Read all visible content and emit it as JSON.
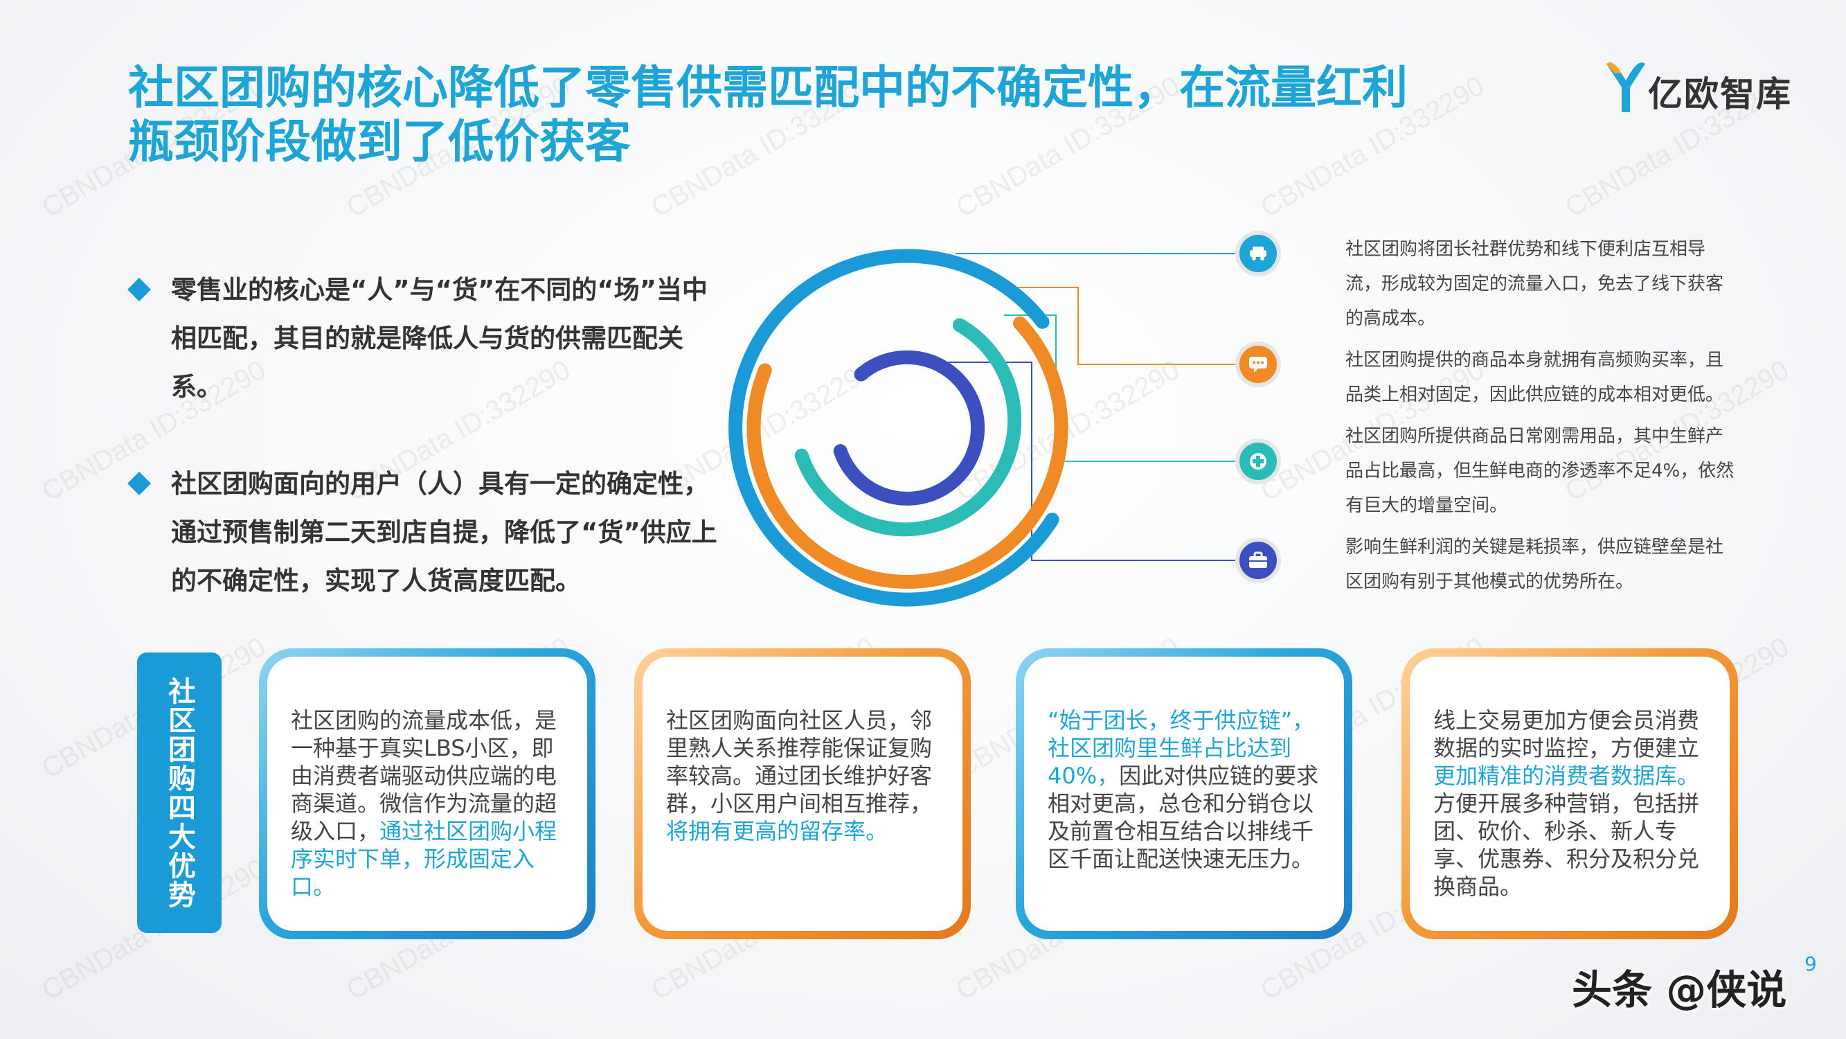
{
  "title": "社区团购的核心降低了零售供需匹配中的不确定性，在流量红利瓶颈阶段做到了低价获客",
  "logo": {
    "text": "亿欧智库"
  },
  "watermark": "CBNData ID:332290",
  "bullets": [
    "零售业的核心是“人”与“货”在不同的“场”当中相匹配，其目的就是降低人与货的供需匹配关系。",
    "社区团购面向的用户（人）具有一定的确定性，通过预售制第二天到店自提，降低了“货”供应上的不确定性，实现了人货高度匹配。"
  ],
  "rings": [
    {
      "color": "#1a9ad6",
      "icon": "car-icon",
      "icon_color": "#1ea5d8"
    },
    {
      "color": "#f08a24",
      "icon": "message-icon",
      "icon_color": "#f08a24"
    },
    {
      "color": "#2bbcb8",
      "icon": "medical-cross-icon",
      "icon_color": "#2bbcb8"
    },
    {
      "color": "#3b4fbf",
      "icon": "briefcase-icon",
      "icon_color": "#3b4fbf"
    }
  ],
  "notes": [
    "社区团购将团长社群优势和线下便利店互相导流，形成较为固定的流量入口，免去了线下获客的高成本。",
    "社区团购提供的商品本身就拥有高频购买率，且品类上相对固定，因此供应链的成本相对更低。",
    "社区团购所提供商品日常刚需用品，其中生鲜产品占比最高，但生鲜电商的渗透率不足4%，依然有巨大的增量空间。",
    "影响生鲜利润的关键是耗损率，供应链壁垒是社区团购有别于其他模式的优势所在。"
  ],
  "advantages_label": "社区团购四大优势",
  "cards": [
    {
      "plain": "社区团购的流量成本低，是一种基于真实LBS小区，即由消费者端驱动供应端的电商渠道。微信作为流量的超级入口，",
      "highlight": "通过社区团购小程序实时下单，形成固定入口。",
      "tail": ""
    },
    {
      "plain": "社区团购面向社区人员，邻里熟人关系推荐能保证复购率较高。通过团长维护好客群，小区用户间相互推荐，",
      "highlight": "将拥有更高的留存率。",
      "tail": ""
    },
    {
      "plain": "",
      "highlight": "“始于团长，终于供应链”，社区团购里生鲜占比达到40%，",
      "tail": "因此对供应链的要求相对更高，总仓和分销仓以及前置仓相互结合以排线千区千面让配送快速无压力。"
    },
    {
      "plain": "线上交易更加方便会员消费数据的实时监控，方便建立",
      "highlight": "更加精准的消费者数据库。",
      "tail": "方便开展多种营销，包括拼团、砍价、秒杀、新人专享、优惠券、积分及积分兑换商品。"
    }
  ],
  "page_number": "9",
  "footer_tag": "头条 @侠说"
}
